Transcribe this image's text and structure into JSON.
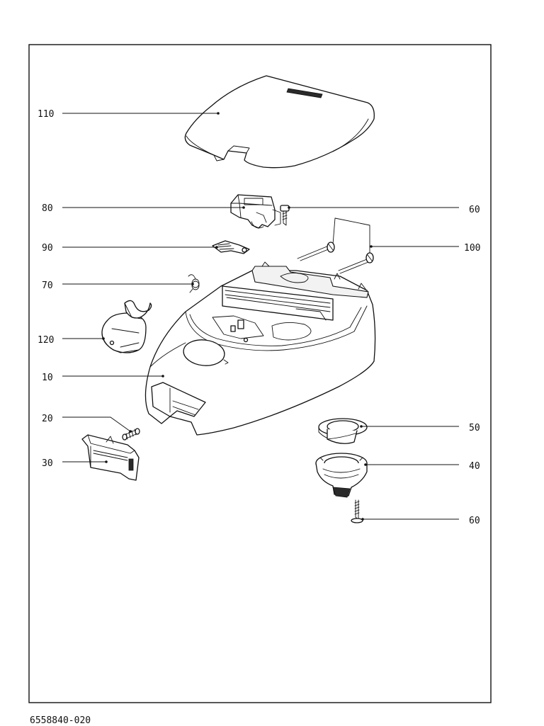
{
  "callouts": [
    {
      "id": "c110",
      "label": "110",
      "side": "left"
    },
    {
      "id": "c80",
      "label": "80",
      "side": "left"
    },
    {
      "id": "c60a",
      "label": "60",
      "side": "right"
    },
    {
      "id": "c90",
      "label": "90",
      "side": "left"
    },
    {
      "id": "c100",
      "label": "100",
      "side": "right"
    },
    {
      "id": "c70",
      "label": "70",
      "side": "left"
    },
    {
      "id": "c120",
      "label": "120",
      "side": "left"
    },
    {
      "id": "c10",
      "label": "10",
      "side": "left"
    },
    {
      "id": "c20",
      "label": "20",
      "side": "left"
    },
    {
      "id": "c50",
      "label": "50",
      "side": "right"
    },
    {
      "id": "c30",
      "label": "30",
      "side": "left"
    },
    {
      "id": "c40",
      "label": "40",
      "side": "right"
    },
    {
      "id": "c60b",
      "label": "60",
      "side": "right"
    }
  ],
  "document_number": "6558840-020",
  "colors": {
    "line": "#111111",
    "background": "#ffffff"
  }
}
